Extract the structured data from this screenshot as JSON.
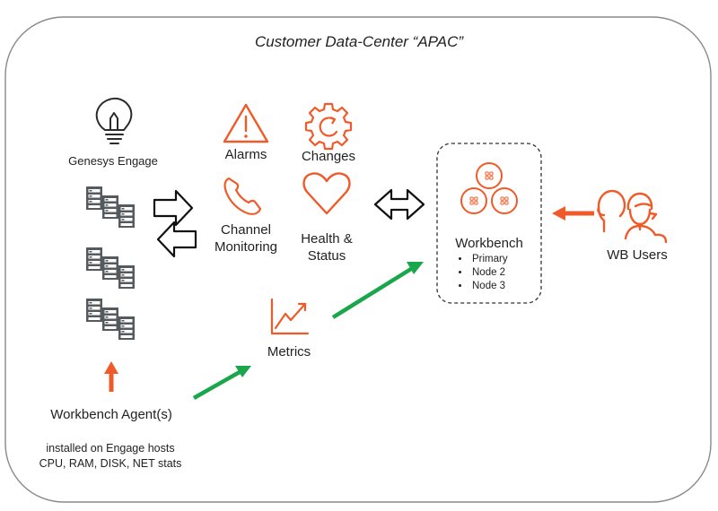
{
  "title": "Customer Data-Center “APAC”",
  "engage": {
    "label": "Genesys Engage"
  },
  "categories": {
    "alarms": "Alarms",
    "changes": "Changes",
    "channel_monitoring": [
      "Channel",
      "Monitoring"
    ],
    "health_status": [
      "Health &",
      "Status"
    ],
    "metrics": "Metrics"
  },
  "workbench": {
    "label": "Workbench",
    "nodes": [
      "Primary",
      "Node 2",
      "Node 3"
    ]
  },
  "users": {
    "label": "WB Users"
  },
  "agent": {
    "label": "Workbench Agent(s)",
    "details": [
      "installed on Engage hosts",
      "CPU, RAM, DISK, NET stats"
    ]
  },
  "colors": {
    "accent_orange": "#f05a28",
    "flow_green": "#1aa64b",
    "server_gray": "#555a5e",
    "border_gray": "#8a8a8a"
  },
  "icons": [
    "lightbulb-icon",
    "server-rack-icon",
    "alarm-triangle-icon",
    "changes-gear-icon",
    "phone-icon",
    "heart-icon",
    "metrics-chart-icon",
    "cluster-icon",
    "users-icon"
  ]
}
